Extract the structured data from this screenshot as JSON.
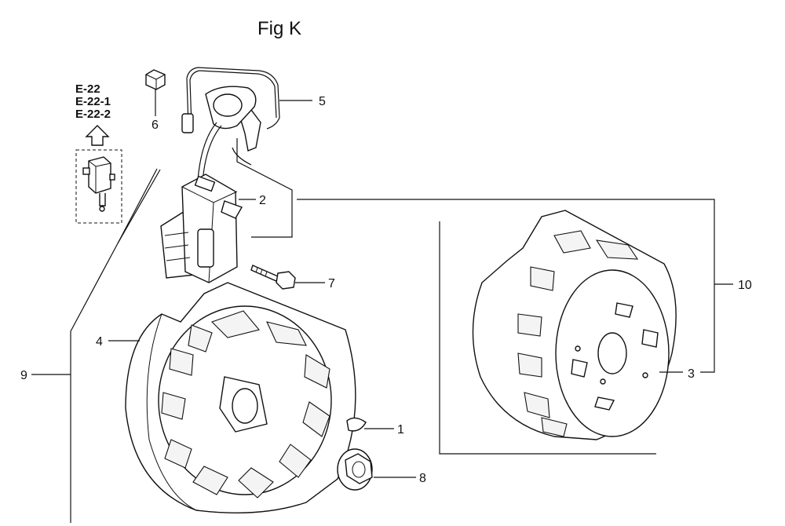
{
  "figure": {
    "title": "Fig K",
    "reference_codes": [
      "E-22",
      "E-22-1",
      "E-22-2"
    ]
  },
  "callouts": [
    {
      "id": "c1",
      "label": "1"
    },
    {
      "id": "c2",
      "label": "2"
    },
    {
      "id": "c3",
      "label": "3"
    },
    {
      "id": "c4",
      "label": "4"
    },
    {
      "id": "c5",
      "label": "5"
    },
    {
      "id": "c6",
      "label": "6"
    },
    {
      "id": "c7",
      "label": "7"
    },
    {
      "id": "c8",
      "label": "8"
    },
    {
      "id": "c9",
      "label": "9"
    },
    {
      "id": "c10",
      "label": "10"
    }
  ],
  "parts": {
    "ignition_coil": "ignition-coil",
    "flywheel_left": "flywheel",
    "flywheel_right": "flywheel",
    "bolt": "bolt",
    "nut": "flange-nut",
    "key": "woodruff-key",
    "clip": "wire-clip",
    "spark_plug_cap": "spark-plug-cap"
  }
}
